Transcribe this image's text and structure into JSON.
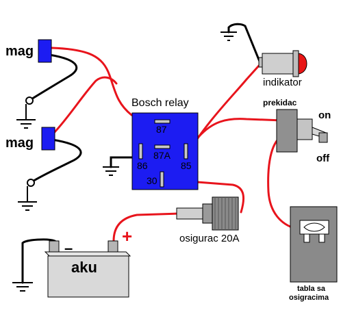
{
  "labels": {
    "mag_top": "mag",
    "mag_bottom": "mag",
    "relay_title": "Bosch relay",
    "pin_87": "87",
    "pin_87a": "87A",
    "pin_86": "86",
    "pin_85": "85",
    "pin_30": "30",
    "indicator": "indikator",
    "switch": "prekidac",
    "switch_on": "on",
    "switch_off": "off",
    "fuse": "osigurac 20A",
    "battery": "aku",
    "battery_minus": "–",
    "battery_plus": "+",
    "fuse_box_line1": "tabla sa",
    "fuse_box_line2": "osigracima"
  },
  "colors": {
    "wire": "#e8141c",
    "ground_wire": "#000000",
    "relay": "#1c1cf2",
    "mag": "#1c1cf2",
    "lamp_lens": "#e81616",
    "battery": "#d9d9d9",
    "fuse_box": "#8a8a8a"
  }
}
